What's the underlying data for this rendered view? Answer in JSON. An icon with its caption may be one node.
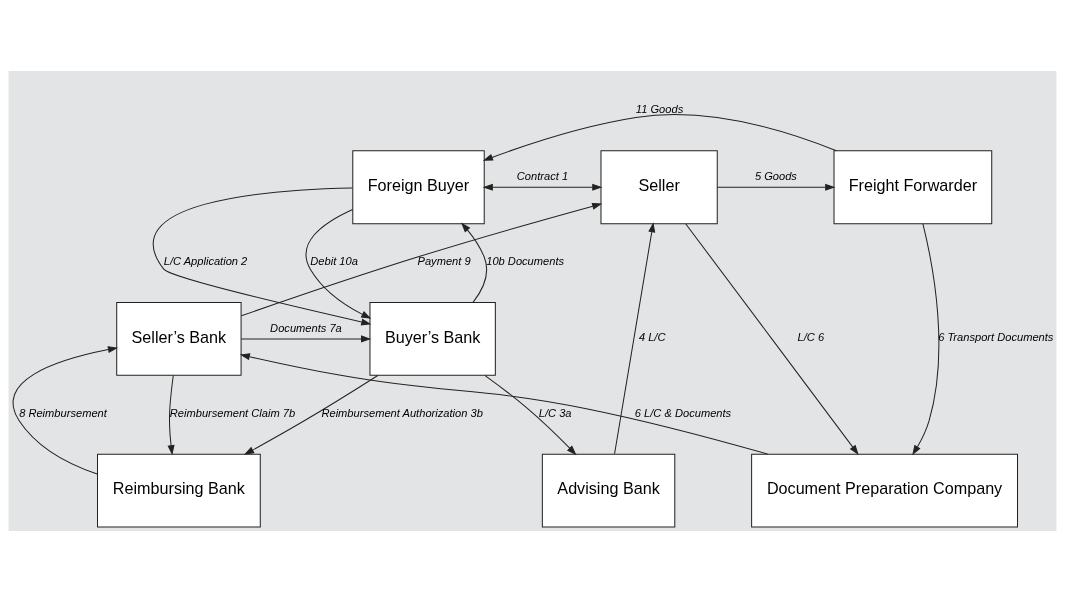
{
  "diagram": {
    "nodes": [
      {
        "text": [
          "Foreign Buyer"
        ]
      },
      {
        "text": [
          "Seller"
        ]
      },
      {
        "text": [
          "Freight Forwarder"
        ]
      },
      {
        "text": [
          "Document Preparation Company"
        ]
      },
      {
        "text": [
          "Advising Bank"
        ]
      },
      {
        "text": [
          "Buyer’s Bank"
        ]
      },
      {
        "text": [
          "Seller’s Bank"
        ]
      },
      {
        "text": [
          "Reimbursing Bank"
        ]
      }
    ],
    "edges": [
      {
        "from": 0,
        "to": 1,
        "arrow": "both",
        "label": "Contract 1"
      },
      {
        "from": 5,
        "to": 4,
        "arrow": "to",
        "label": "L/C 3a"
      },
      {
        "from": 7,
        "to": 6,
        "arrow": "to",
        "label": "8 Reimbursement"
      },
      {
        "from": 0,
        "to": 5,
        "arrow": "to",
        "label": "L/C Application 2"
      },
      {
        "from": 5,
        "to": 0,
        "arrow": "to",
        "label": "10b Documents"
      },
      {
        "from": 0,
        "to": 5,
        "arrow": "to",
        "label": "Debit 10a"
      },
      {
        "from": 4,
        "to": 1,
        "arrow": "to",
        "label": "4 L/C"
      },
      {
        "from": 1,
        "to": 2,
        "arrow": "to",
        "label": "5 Goods"
      },
      {
        "from": 2,
        "to": 0,
        "arrow": "to",
        "label": "11 Goods"
      },
      {
        "from": 2,
        "to": 3,
        "arrow": "to",
        "label": "6 Transport Documents"
      },
      {
        "from": 1,
        "to": 3,
        "arrow": "to",
        "label": "L/C 6"
      },
      {
        "from": 3,
        "to": 6,
        "arrow": "to",
        "label": "6 L/C & Documents"
      },
      {
        "from": 6,
        "to": 1,
        "arrow": "to",
        "label": "Payment 9"
      },
      {
        "from": 6,
        "to": 5,
        "arrow": "to",
        "label": "Documents 7a"
      },
      {
        "from": 5,
        "to": 7,
        "arrow": "to",
        "label": "Reimbursement Authorization 3b"
      },
      {
        "from": 6,
        "to": 7,
        "arrow": "to",
        "label": "Reimbursement Claim 7b"
      }
    ]
  }
}
